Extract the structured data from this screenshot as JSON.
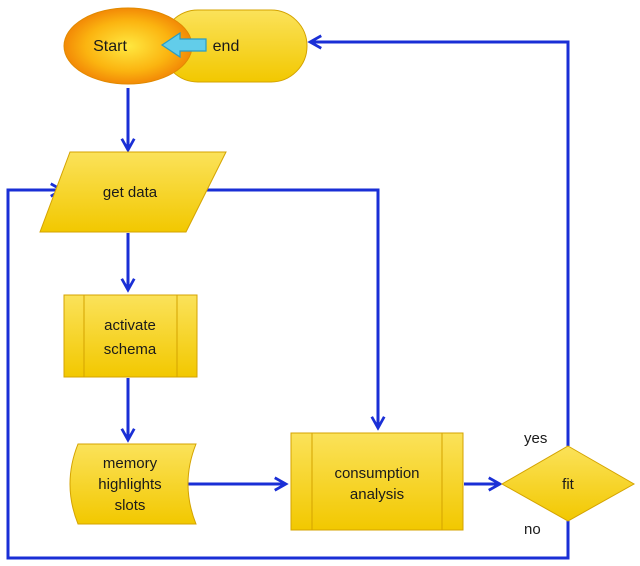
{
  "diagram": {
    "nodes": {
      "start": "Start",
      "end": "end",
      "get_data": "get data",
      "activate_schema": [
        "activate",
        "schema"
      ],
      "memory_highlights": [
        "memory",
        "highlights",
        "slots"
      ],
      "consumption_analysis": [
        "consumption",
        "analysis"
      ],
      "fit": "fit"
    },
    "edge_labels": {
      "yes": "yes",
      "no": "no"
    }
  },
  "colors": {
    "shape_fill": "#f8d20a",
    "shape_stroke": "#d8a800",
    "arrow": "#1a2fd6",
    "start_gradient_outer": "#f07800",
    "start_gradient_inner": "#ffe640",
    "inner_arrow": "#58c8e8"
  }
}
